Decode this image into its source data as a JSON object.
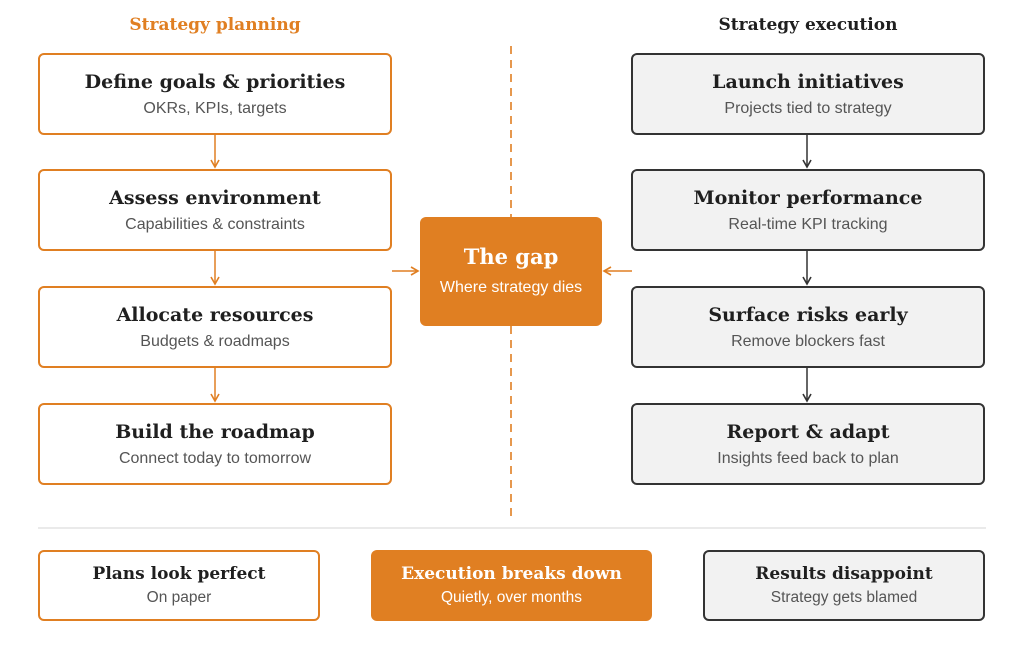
{
  "colors": {
    "accent": "#e07f22",
    "dark": "#333333",
    "exec_fill": "#f2f2f2",
    "divider": "#dddddd"
  },
  "planning": {
    "title": "Strategy planning",
    "steps": [
      {
        "title": "Define goals & priorities",
        "subtitle": "OKRs, KPIs, targets"
      },
      {
        "title": "Assess environment",
        "subtitle": "Capabilities & constraints"
      },
      {
        "title": "Allocate resources",
        "subtitle": "Budgets & roadmaps"
      },
      {
        "title": "Build the roadmap",
        "subtitle": "Connect today to tomorrow"
      }
    ]
  },
  "execution": {
    "title": "Strategy execution",
    "steps": [
      {
        "title": "Launch initiatives",
        "subtitle": "Projects tied to strategy"
      },
      {
        "title": "Monitor performance",
        "subtitle": "Real-time KPI tracking"
      },
      {
        "title": "Surface risks early",
        "subtitle": "Remove blockers fast"
      },
      {
        "title": "Report & adapt",
        "subtitle": "Insights feed back to plan"
      }
    ]
  },
  "gap": {
    "title": "The gap",
    "subtitle": "Where strategy dies"
  },
  "outcomes": [
    {
      "title": "Plans look perfect",
      "subtitle": "On paper"
    },
    {
      "title": "Execution breaks down",
      "subtitle": "Quietly, over months"
    },
    {
      "title": "Results disappoint",
      "subtitle": "Strategy gets blamed"
    }
  ]
}
